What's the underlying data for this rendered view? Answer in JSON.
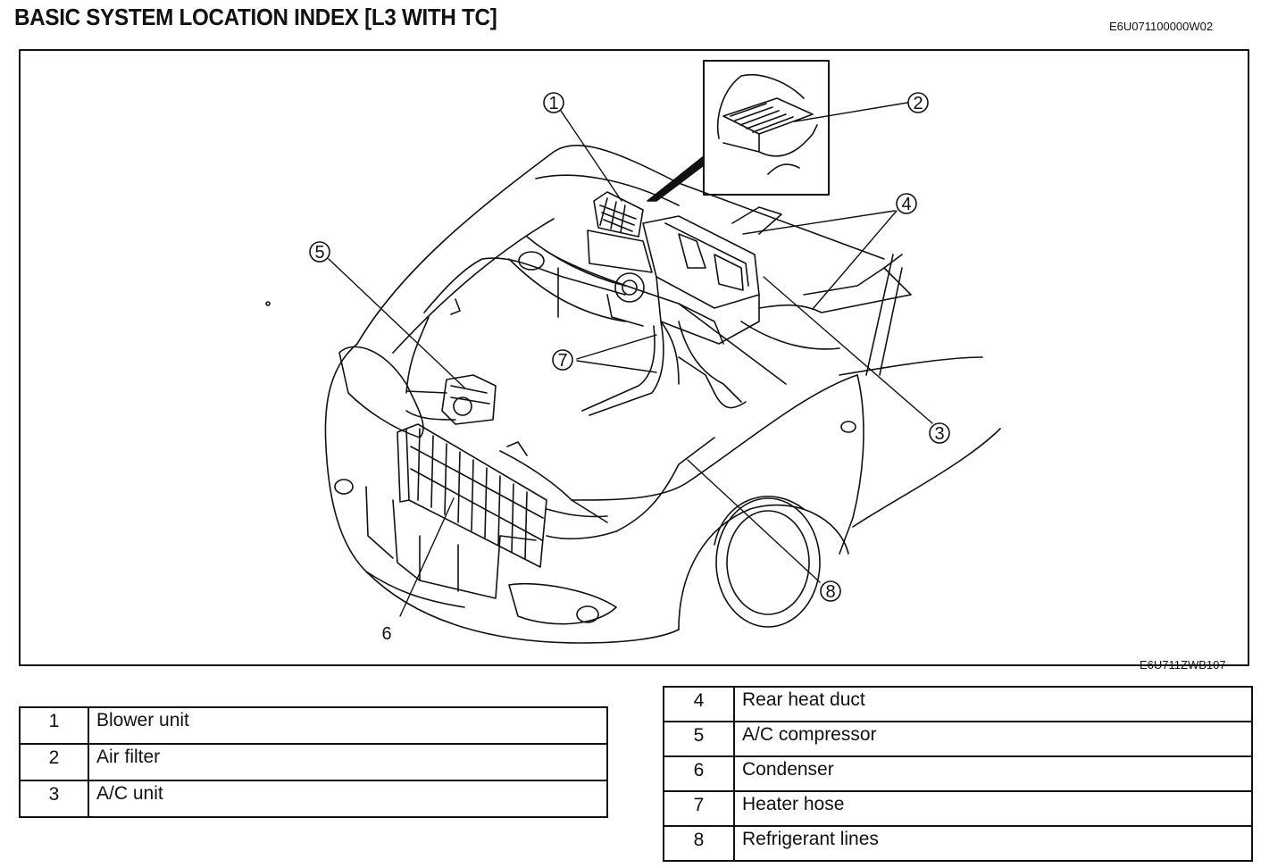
{
  "title": "BASIC SYSTEM LOCATION INDEX [L3 WITH TC]",
  "doc_code": "E6U071100000W02",
  "figure_code": "E6U711ZWB107",
  "callouts": [
    "1",
    "2",
    "3",
    "4",
    "5",
    "6",
    "7",
    "8"
  ],
  "legend_left": [
    {
      "num": "1",
      "label": "Blower unit"
    },
    {
      "num": "2",
      "label": "Air filter"
    },
    {
      "num": "3",
      "label": "A/C unit"
    }
  ],
  "legend_right": [
    {
      "num": "4",
      "label": "Rear heat duct"
    },
    {
      "num": "5",
      "label": "A/C compressor"
    },
    {
      "num": "6",
      "label": "Condenser"
    },
    {
      "num": "7",
      "label": "Heater hose"
    },
    {
      "num": "8",
      "label": "Refrigerant lines"
    }
  ]
}
